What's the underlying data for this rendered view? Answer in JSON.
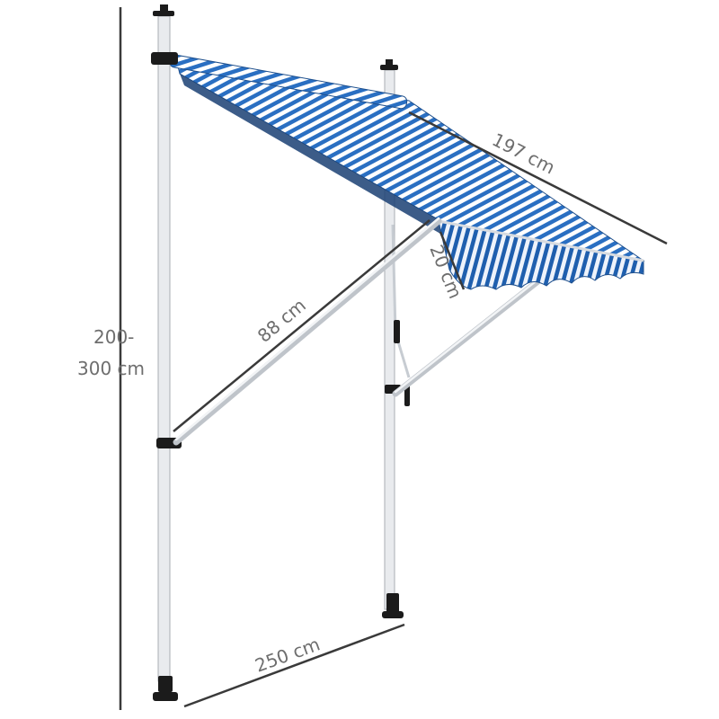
{
  "dimensions": {
    "height_line1": "200-",
    "height_line2": "300 cm",
    "length": "197 cm",
    "arm": "88 cm",
    "valance": "20 cm",
    "width": "250 cm"
  },
  "colors": {
    "fabric_blue": "#2a6fc2",
    "fabric_white": "#ffffff",
    "pole": "#e9ebee",
    "bracket": "#1b1b1b",
    "dimension_line": "#3a3a3a",
    "dimension_text": "#6e6e6e"
  }
}
